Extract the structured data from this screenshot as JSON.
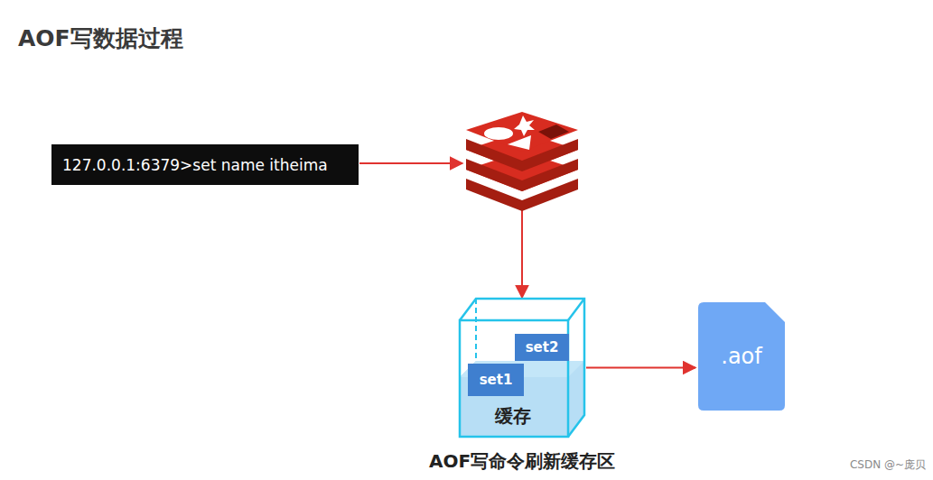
{
  "diagram": {
    "title": "AOF写数据过程",
    "nodes": [
      {
        "text": [
          "127.0.0.1:6379>set name itheima"
        ]
      },
      {
        "text": [
          "缓存",
          "AOF写命令刷新缓存区"
        ]
      },
      {
        "text": [
          "set2"
        ],
        "in": 1
      },
      {
        "text": [
          "set1"
        ],
        "in": 1
      },
      {
        "text": [
          ".aof"
        ]
      }
    ],
    "edges": [
      {
        "from": 1,
        "to": 4,
        "arrow": "to"
      }
    ],
    "labels": [
      "CSDN @~庞贝"
    ]
  }
}
